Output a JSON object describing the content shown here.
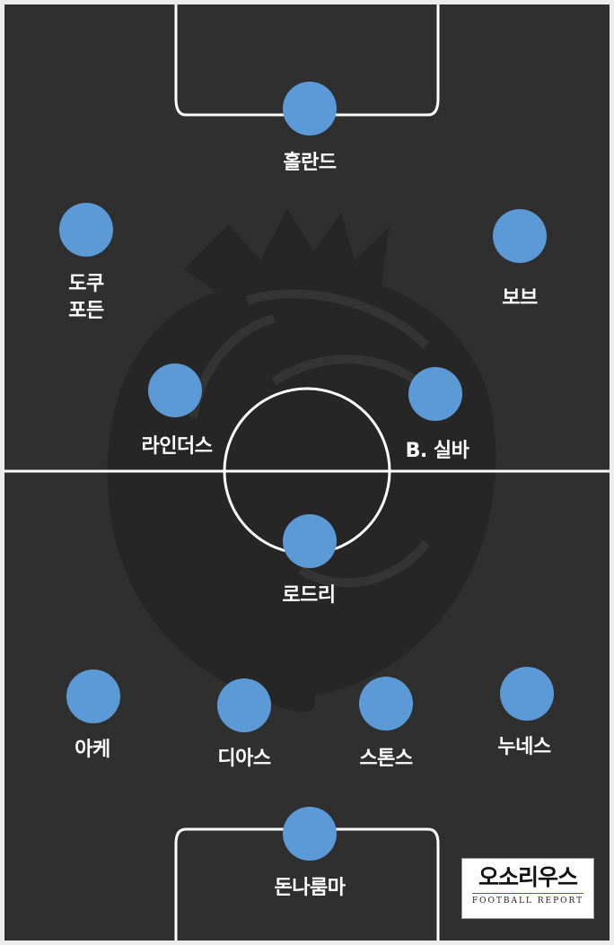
{
  "colors": {
    "pitch": "#2f2f2f",
    "player_marker": "#5b9ad6",
    "lines": "#ffffff",
    "emblem": "#262626"
  },
  "emblem": "premier-league-lion-watermark",
  "players": [
    {
      "name": "홀란드"
    },
    {
      "name": "도쿠\n포든"
    },
    {
      "name": "보브"
    },
    {
      "name": "라인더스"
    },
    {
      "name": "B. 실바"
    },
    {
      "name": "로드리"
    },
    {
      "name": "아케"
    },
    {
      "name": "디아스"
    },
    {
      "name": "스톤스"
    },
    {
      "name": "누네스"
    },
    {
      "name": "돈나룸마"
    }
  ],
  "logo": {
    "main": "오소리우스",
    "sub": "FOOTBALL REPORT"
  }
}
